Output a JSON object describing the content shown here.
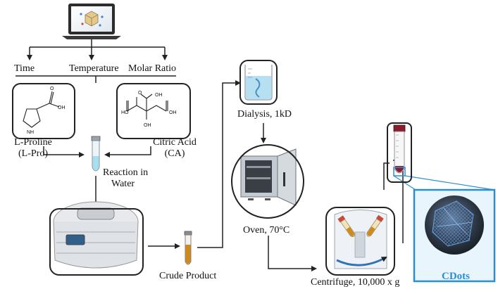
{
  "parameters": {
    "time": "Time",
    "temperature": "Temperature",
    "molar_ratio": "Molar Ratio"
  },
  "reactants": {
    "proline_line1": "L-Proline",
    "proline_line2": "(L-Pro)",
    "citric_line1": "Citric Acid",
    "citric_line2": "(CA)"
  },
  "chem_labels": {
    "oh": "OH",
    "o": "O",
    "nh": "NH",
    "ho": "HO"
  },
  "steps": {
    "reaction_line1": "Reaction in",
    "reaction_line2": "Water",
    "crude_product": "Crude Product",
    "dialysis": "Dialysis, 1kD",
    "oven": "Oven, 70°C",
    "centrifuge": "Centrifuge, 10,000 x g",
    "cdots": "CDots"
  },
  "colors": {
    "line": "#222222",
    "cdots_accent": "#2a8fd0",
    "crude_liquid": "#d08a1a",
    "reaction_liquid": "#a8dff0",
    "tube_cap": "#8a1c2b"
  }
}
